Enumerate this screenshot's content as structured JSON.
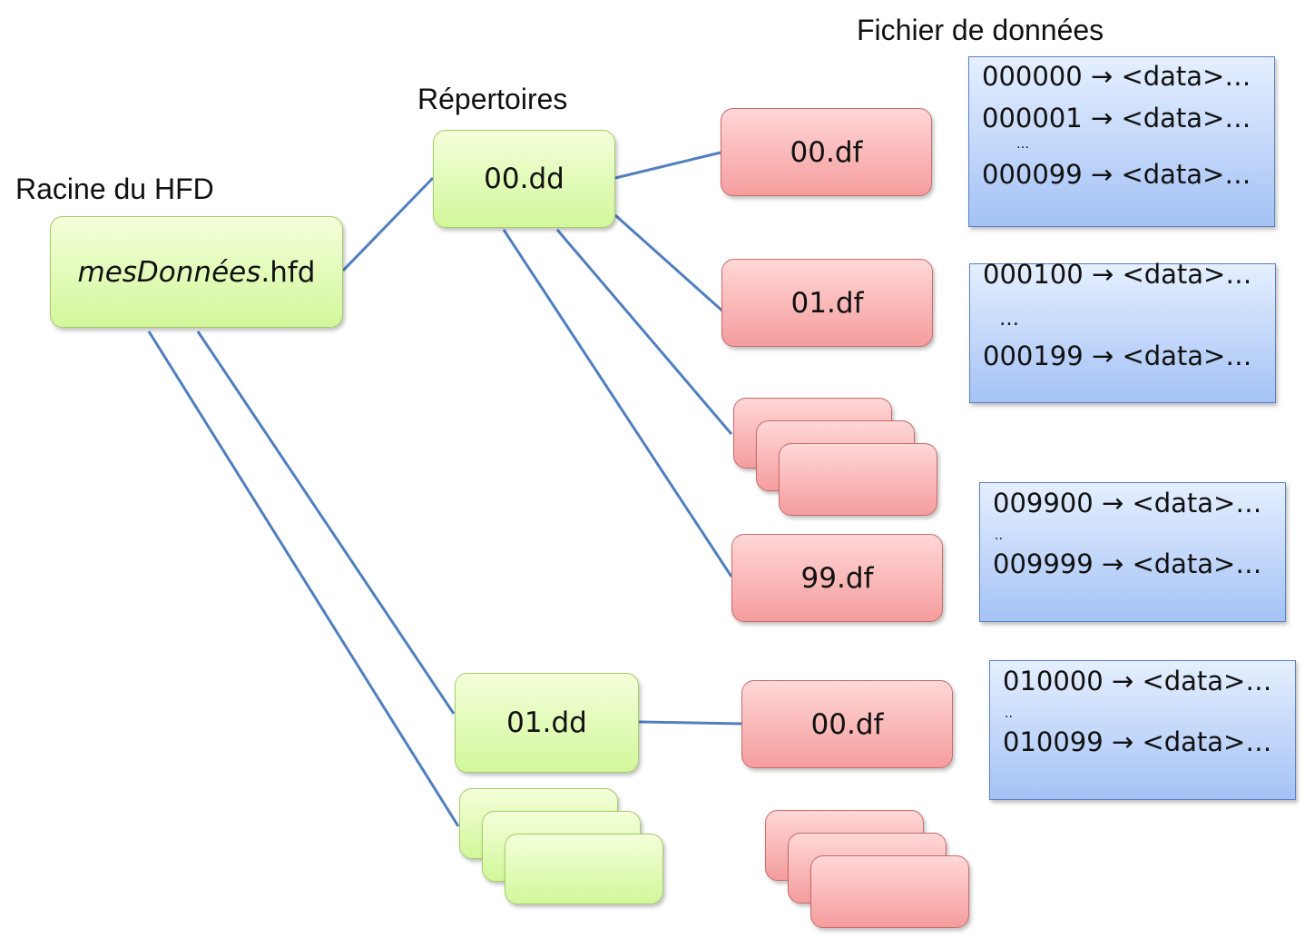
{
  "headings": {
    "root": "Racine du HFD",
    "directories": "Répertoires",
    "datafiles": "Fichier de données"
  },
  "root_node": {
    "name_italic": "mesDonnées",
    "extension": ".hfd"
  },
  "directories": [
    {
      "label": "00.dd"
    },
    {
      "label": "01.dd"
    }
  ],
  "datafiles": [
    {
      "label": "00.df"
    },
    {
      "label": "01.df"
    },
    {
      "label": "99.df"
    },
    {
      "label": "00.df"
    }
  ],
  "records": [
    {
      "lines": [
        "000000 → <data>…",
        "000001 → <data>…",
        "000099 → <data>…"
      ],
      "ellipsis": "…"
    },
    {
      "lines": [
        "000100 → <data>…",
        "000199 → <data>…"
      ],
      "ellipsis": "…"
    },
    {
      "lines": [
        "009900 → <data>…",
        "009999 → <data>…"
      ],
      "ellipsis": ".."
    },
    {
      "lines": [
        "010000 → <data>…",
        "010099 → <data>…"
      ],
      "ellipsis": ".."
    }
  ],
  "colors": {
    "link": "#4f7fbf",
    "directory_fill": "#d2f79b",
    "datafile_fill": "#f59d9d",
    "record_fill": "#a4c2f5"
  }
}
